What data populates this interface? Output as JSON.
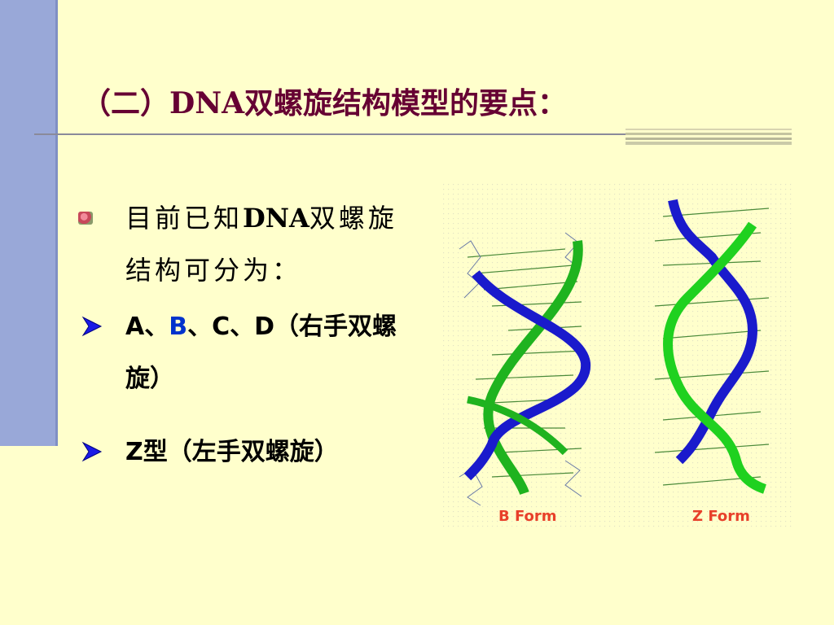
{
  "slide": {
    "title": "（二）DNA双螺旋结构模型的要点：",
    "colors": {
      "background": "#FFFFCC",
      "title": "#660033",
      "side_bar": "#99A8D8",
      "highlight": "#0033CC",
      "label": "#E8402A"
    }
  },
  "bullets": [
    {
      "icon": "flower-bullet-icon",
      "parts": [
        "目前已知",
        "DNA",
        "双螺旋结构可分为："
      ]
    },
    {
      "icon": "arrow-bullet-icon",
      "parts": [
        "A、",
        "B",
        "、C、D（右手双螺旋）"
      ]
    },
    {
      "icon": "arrow-bullet-icon",
      "parts": [
        "Z型（左手双螺旋）"
      ]
    }
  ],
  "figure": {
    "labels": [
      "B Form",
      "Z Form"
    ]
  }
}
